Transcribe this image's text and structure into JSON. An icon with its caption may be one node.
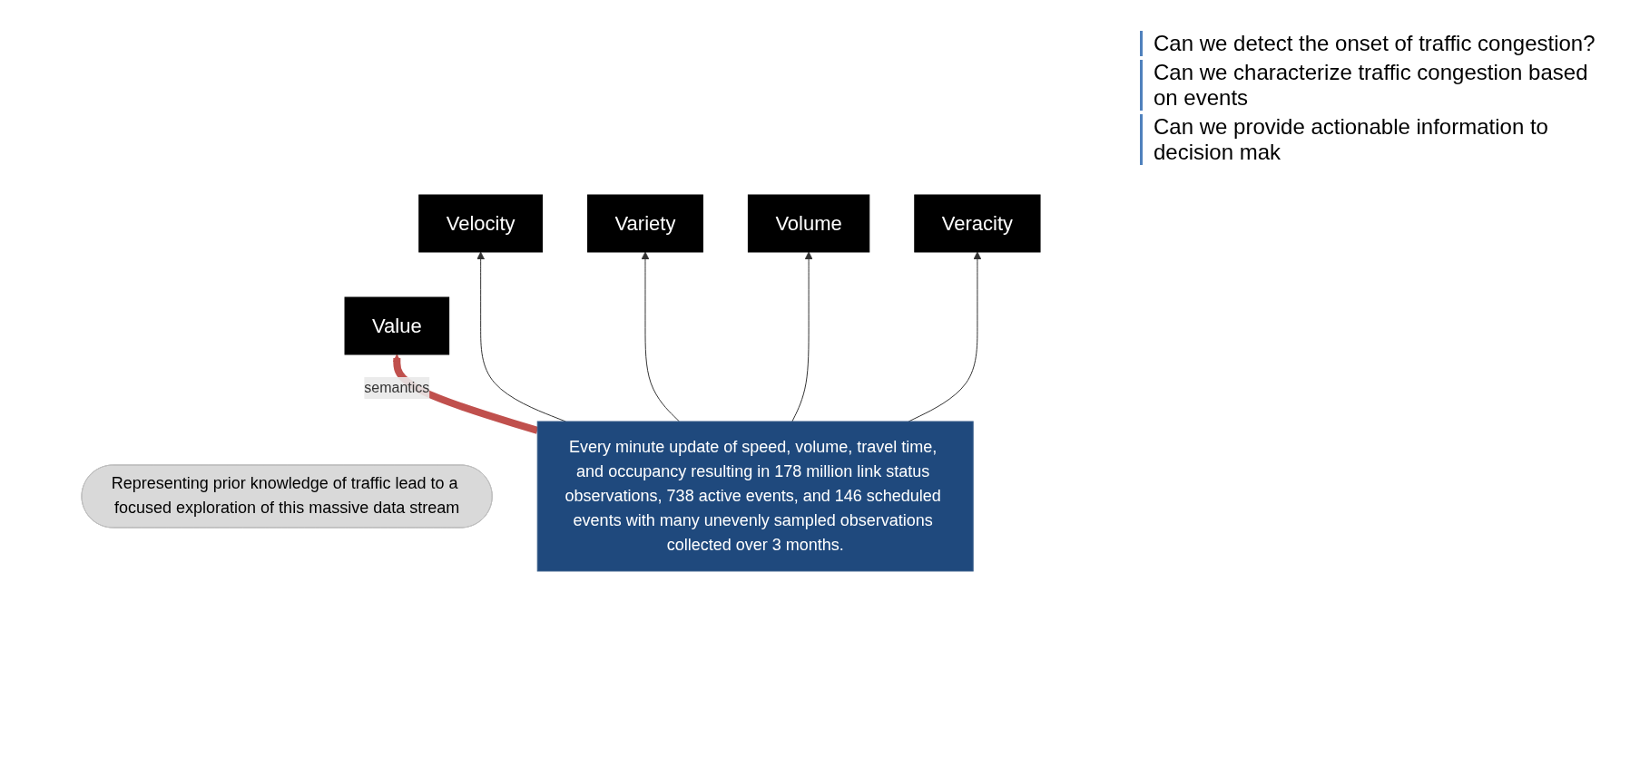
{
  "diagram": {
    "nodes": [
      {
        "text": [
          "Value"
        ]
      },
      {
        "text": [
          "Velocity"
        ]
      },
      {
        "text": [
          "Veracity"
        ]
      },
      {
        "text": [
          "Variety"
        ]
      },
      {
        "text": [
          "Volume"
        ]
      },
      {
        "text": [
          "Representing prior knowledge of traffic lead to a focused exploration of this massive data stream"
        ]
      },
      {
        "text": [
          "Every minute update of speed, volume, travel time, and occupancy resulting in 178 million link status observations, 738 active events, and 146 scheduled events with many unevenly sampled observations collected over 3 months."
        ]
      }
    ],
    "edges": [
      {
        "from": 6,
        "to": 0,
        "arrow": "to",
        "label": "semantics",
        "style": "thick",
        "color": "#c0504d"
      },
      {
        "from": 6,
        "to": 1,
        "arrow": "to"
      },
      {
        "from": 6,
        "to": 3,
        "arrow": "to"
      },
      {
        "from": 6,
        "to": 4,
        "arrow": "to"
      },
      {
        "from": 6,
        "to": 2,
        "arrow": "to"
      }
    ],
    "labels": [
      "Can we detect the onset of traffic congestion?",
      "Can we characterize traffic congestion based on events",
      "Can we provide actionable information to decision mak"
    ]
  }
}
